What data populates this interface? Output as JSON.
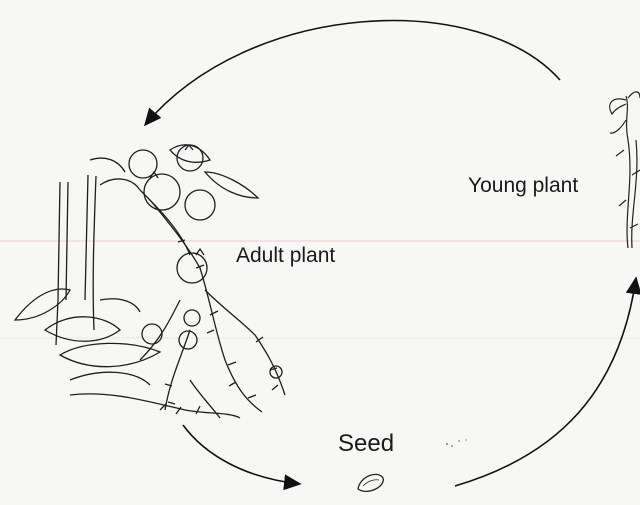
{
  "diagram": {
    "stages": {
      "young_plant": "Young plant",
      "adult_plant": "Adult plant",
      "seed": "Seed"
    },
    "colors": {
      "background": "#f7f7f5",
      "ink": "#1a1a1a",
      "guide_line": "#f2c4c4"
    }
  }
}
